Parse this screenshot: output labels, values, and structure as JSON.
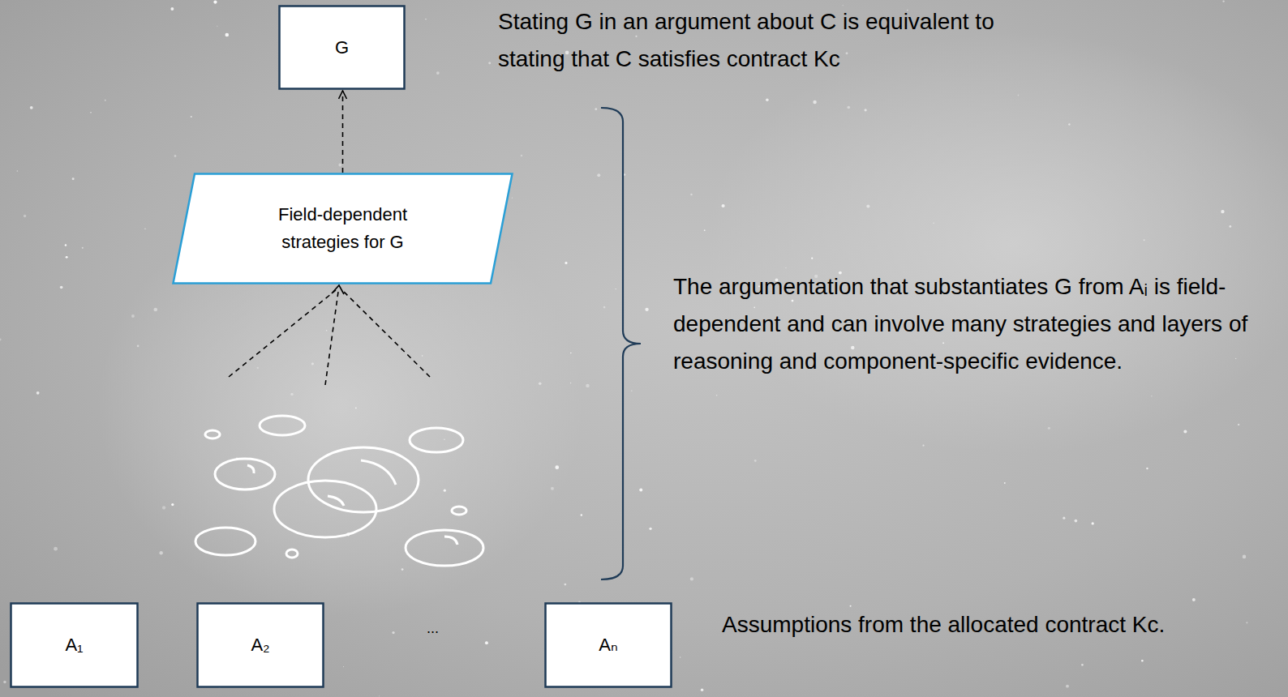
{
  "diagram": {
    "nodes": [
      {
        "text": [
          "G"
        ]
      },
      {
        "text": [
          "Field-dependent strategies for G"
        ]
      },
      {
        "text": [
          "A₁"
        ]
      },
      {
        "text": [
          "A₂"
        ]
      },
      {
        "text": [
          "Aₙ"
        ]
      }
    ],
    "edges": [
      {
        "from": 1,
        "to": 0,
        "arrow": "to"
      }
    ],
    "labels": [
      "Stating G in an argument about C is equivalent to stating that C satisfies contract Kc",
      "The argumentation that substantiates G from Aᵢ is field-dependent and can involve many strategies and layers of reasoning and component-specific evidence.",
      "...",
      "Assumptions from the allocated contract Kc."
    ]
  }
}
